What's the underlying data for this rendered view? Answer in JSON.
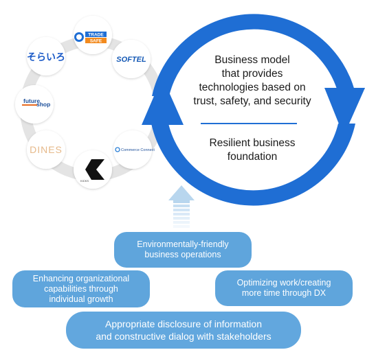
{
  "center": {
    "model_lines": [
      "Business model",
      "that provides",
      "technologies based on",
      "trust, safety, and security"
    ],
    "foundation_lines": [
      "Resilient business",
      "foundation"
    ]
  },
  "logos": {
    "tradesafe": {
      "top": "TRADE",
      "bottom": "SAFE"
    },
    "softel": "SOFTEL",
    "soraro": "そらいろ",
    "futureshop": {
      "a": "future",
      "b": "shop"
    },
    "dines": "DINES",
    "commerce": "Commerce Connect",
    "kicks": "KICKS"
  },
  "pills": {
    "environment": [
      "Environmentally-friendly",
      "business operations"
    ],
    "enhancing": [
      "Enhancing organizational",
      "capabilities through",
      "individual growth"
    ],
    "optimizing": [
      "Optimizing work/creating",
      "more time through DX"
    ],
    "disclosure": [
      "Appropriate disclosure of information",
      "and constructive dialog with stakeholders"
    ]
  },
  "colors": {
    "ring_blue": "#1f6ed4",
    "pill_blue": "#5fa5dc",
    "up_arrow": "#b8d6ee",
    "logo_ring": "#e4e4e4"
  }
}
